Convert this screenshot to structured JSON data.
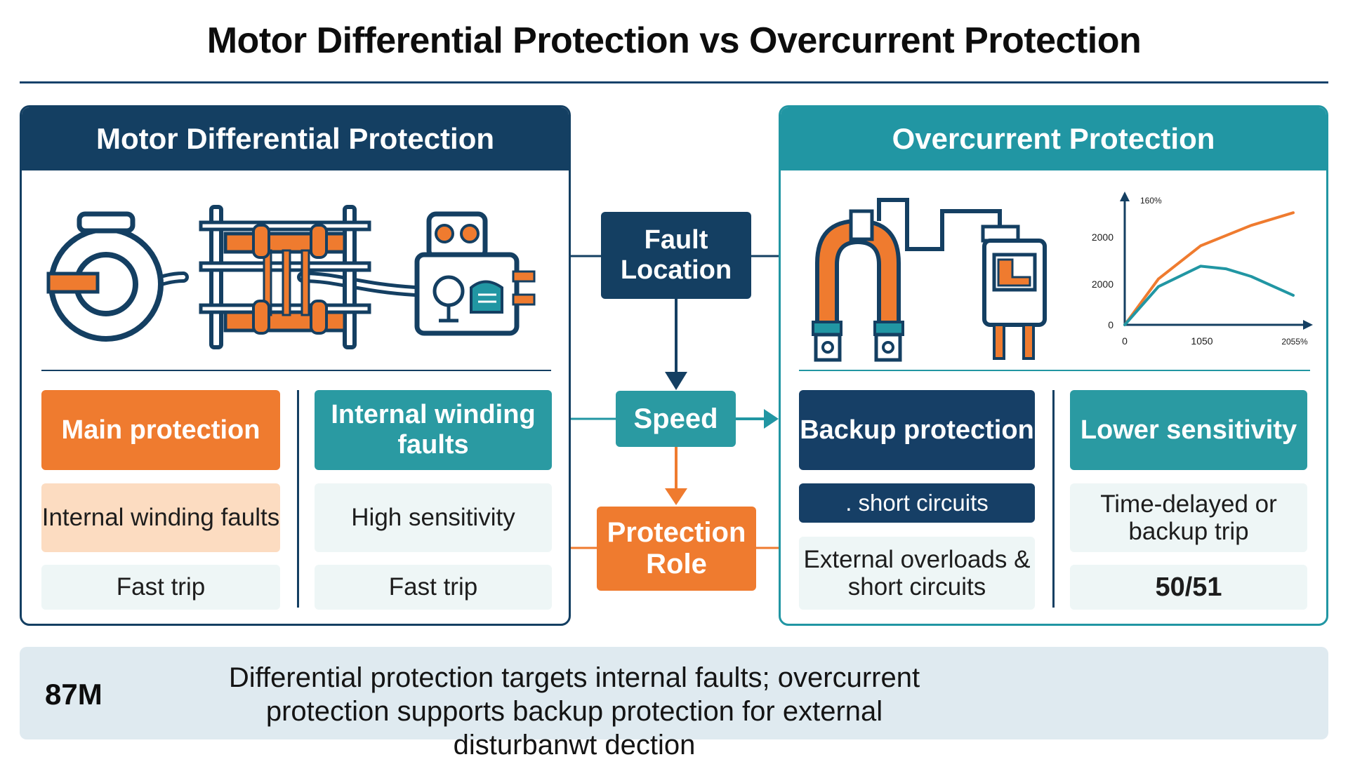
{
  "title": "Motor Differential Protection vs Overcurrent Protection",
  "colors": {
    "navy": "#143f62",
    "teal": "#2196a3",
    "orange": "#ef7b2f",
    "peach": "#fcdcc1",
    "pale": "#eef6f6",
    "footer_bg": "#dfeaf0"
  },
  "left_panel": {
    "header": "Motor Differential Protection",
    "illustration_icons": [
      "current-transformer-icon",
      "motor-winding-icon",
      "relay-unit-icon"
    ],
    "columns": [
      {
        "header": "Main protection",
        "rows": [
          "Internal winding faults",
          "Fast trip"
        ]
      },
      {
        "header": "Internal winding faults",
        "rows": [
          "High sensitivity",
          "Fast trip"
        ]
      }
    ]
  },
  "right_panel": {
    "header": "Overcurrent Protection",
    "illustration_icons": [
      "ct-clamp-icon",
      "circuit-breaker-icon"
    ],
    "columns": [
      {
        "header": "Backup protection",
        "rows": [
          ". short circuits",
          "External overloads & short circuits"
        ]
      },
      {
        "header": "Lower sensitivity",
        "rows": [
          "Time-delayed or backup trip",
          "50/51"
        ]
      }
    ]
  },
  "center_flow": {
    "boxes": [
      "Fault Location",
      "Speed",
      "Protection Role"
    ]
  },
  "footer": {
    "code": "87M",
    "text": "Differential protection targets internal faults; overcurrent protection supports backup protection for external disturbanwt dection"
  },
  "chart_data": {
    "type": "line",
    "x_ticks": [
      "0",
      "1050",
      "2055%"
    ],
    "y_ticks": [
      "0",
      "2000",
      "2000",
      "160%"
    ],
    "series": [
      {
        "color": "#ef7b2f",
        "x": [
          0,
          400,
          900,
          1500,
          2000
        ],
        "y": [
          0,
          900,
          1550,
          1950,
          2200
        ]
      },
      {
        "color": "#2196a3",
        "x": [
          0,
          400,
          900,
          1200,
          1500,
          2000
        ],
        "y": [
          0,
          750,
          1150,
          1100,
          950,
          580
        ]
      }
    ],
    "xlim": [
      0,
      2100
    ],
    "ylim": [
      0,
      2450
    ]
  }
}
